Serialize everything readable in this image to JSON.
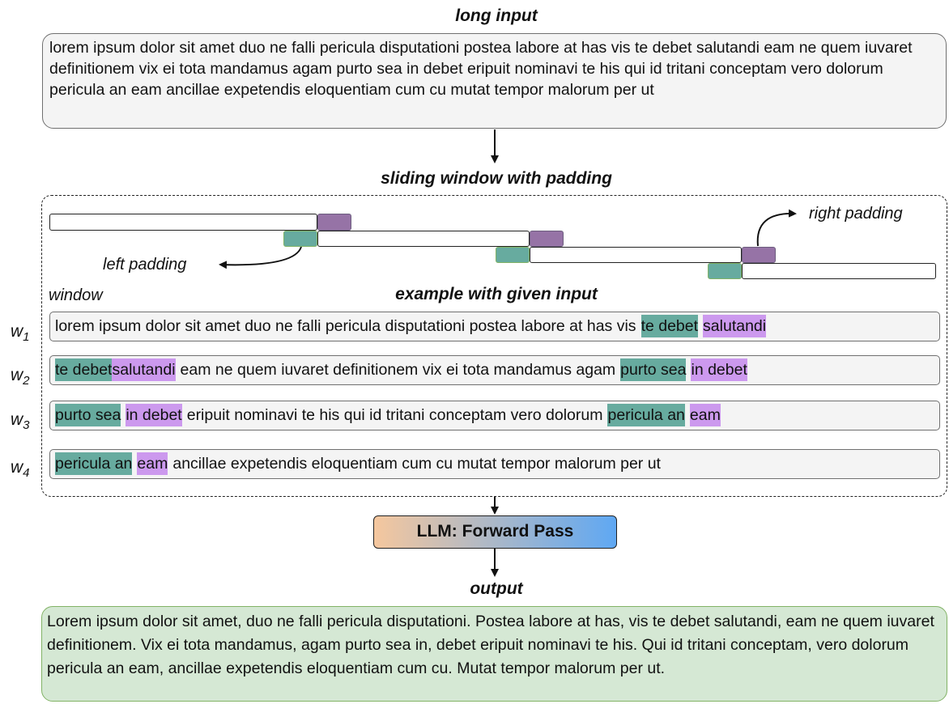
{
  "long_input": {
    "title": "long input",
    "text": "lorem ipsum dolor sit amet duo ne falli pericula disputationi postea labore at has vis te debet salutandi eam ne quem iuvaret definitionem vix ei tota mandamus agam purto sea in debet eripuit nominavi te his qui id tritani conceptam vero dolorum pericula an eam ancillae expetendis eloquentiam cum cu mutat tempor malorum per ut"
  },
  "sliding": {
    "title": "sliding window with padding",
    "left_padding_label": "left padding",
    "right_padding_label": "right padding",
    "window_label": "window",
    "example_title": "example with given input"
  },
  "windows": [
    {
      "label": "w",
      "sub": "1",
      "left": "",
      "left_pad": "",
      "mid": "lorem ipsum dolor sit amet duo ne falli pericula disputationi postea labore at has vis",
      "right_pad": "te debet",
      "right": "salutandi"
    },
    {
      "label": "w",
      "sub": "2",
      "left_pad": "te debet",
      "left": "salutandi",
      "mid": "eam ne quem iuvaret definitionem vix ei tota mandamus agam",
      "right_pad": "purto sea",
      "right": "in debet"
    },
    {
      "label": "w",
      "sub": "3",
      "left_pad": "purto sea",
      "left": "in debet",
      "mid": "eripuit nominavi te his qui id tritani conceptam vero dolorum",
      "right_pad": "pericula an",
      "right": "eam"
    },
    {
      "label": "w",
      "sub": "4",
      "left_pad": "pericula an",
      "left": "eam",
      "mid": "ancillae expetendis eloquentiam cum cu mutat tempor malorum per ut",
      "right_pad": "",
      "right": ""
    }
  ],
  "llm": {
    "label": "LLM: Forward Pass"
  },
  "output": {
    "title": "output",
    "text": "Lorem ipsum dolor sit amet, duo ne falli pericula disputationi. Postea labore at has, vis te debet salutandi, eam ne quem iuvaret definitionem. Vix ei tota mandamus, agam purto sea in, debet eripuit nominavi te his. Qui id tritani conceptam, vero dolorum pericula an eam, ancillae expetendis eloquentiam cum cu. Mutat tempor malorum per ut."
  },
  "colors": {
    "left_padding": "#67ab9f",
    "right_padding": "#9673a6",
    "right_padding_highlight": "#cc99ee",
    "output_fill": "#d5e8d4",
    "input_fill": "#f4f4f4"
  }
}
